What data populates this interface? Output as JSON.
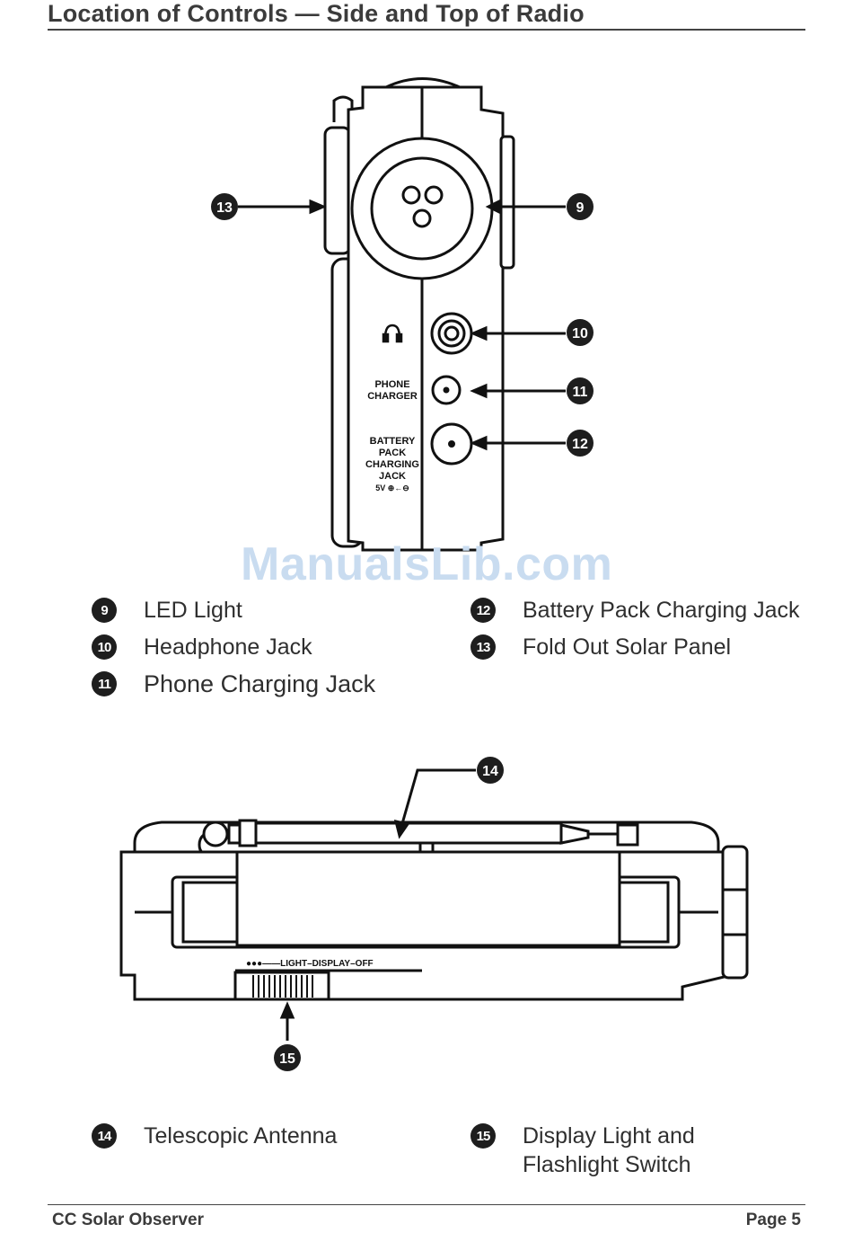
{
  "header": {
    "title": "Location of Controls — Side and Top of Radio"
  },
  "side_view": {
    "labels": {
      "phone_charger_line1": "PHONE",
      "phone_charger_line2": "CHARGER",
      "battery_line1": "BATTERY",
      "battery_line2": "PACK",
      "battery_line3": "CHARGING",
      "battery_line4": "JACK",
      "battery_polarity": "5V ⊕←⊖"
    },
    "callouts": {
      "c9": "9",
      "c10": "10",
      "c11": "11",
      "c12": "12",
      "c13": "13"
    }
  },
  "watermark": "ManualsLib.com",
  "legend_side": [
    {
      "num": "9",
      "text": "LED Light"
    },
    {
      "num": "10",
      "text": "Headphone Jack"
    },
    {
      "num": "11",
      "text": "Phone Charging Jack"
    },
    {
      "num": "12",
      "text": "Battery Pack Charging Jack"
    },
    {
      "num": "13",
      "text": "Fold Out Solar Panel"
    }
  ],
  "top_view": {
    "switch_label": "●●●——LIGHT–DISPLAY–OFF",
    "callouts": {
      "c14": "14",
      "c15": "15"
    }
  },
  "legend_top": [
    {
      "num": "14",
      "text": "Telescopic Antenna"
    },
    {
      "num": "15",
      "text_line1": "Display Light and",
      "text_line2": "Flashlight Switch"
    }
  ],
  "footer": {
    "left": "CC Solar Observer",
    "right": "Page 5"
  }
}
